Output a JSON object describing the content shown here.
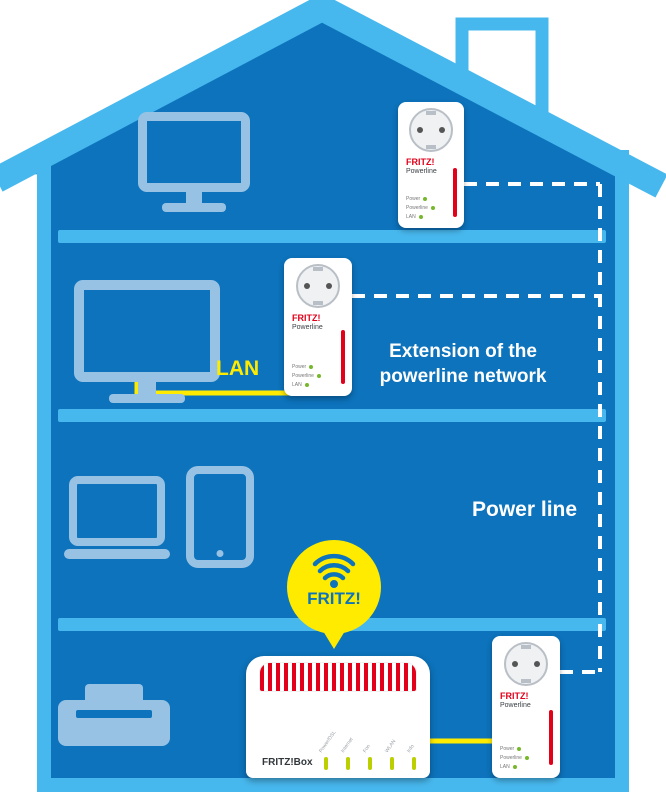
{
  "colors": {
    "house": "#47B8EE",
    "interior": "#0C73BC",
    "icon": "#98C2E4",
    "yellow": "#FFEB00",
    "red": "#E2001A",
    "led": "#BCCF00",
    "leddot": "#76B82A",
    "devtext": "#3C4146"
  },
  "labels": {
    "lan": "LAN",
    "extension_line1": "Extension of the",
    "extension_line2": "powerline network",
    "power_line": "Power line"
  },
  "bubble": {
    "text": "FRITZ!"
  },
  "adapter": {
    "brand": "FRITZ!",
    "model": "Powerline",
    "leds": [
      "Power",
      "Powerline",
      "LAN"
    ]
  },
  "router": {
    "name": "FRITZ!Box",
    "leds": [
      "Power/DSL",
      "Internet",
      "Fon",
      "WLAN",
      "Info"
    ]
  }
}
